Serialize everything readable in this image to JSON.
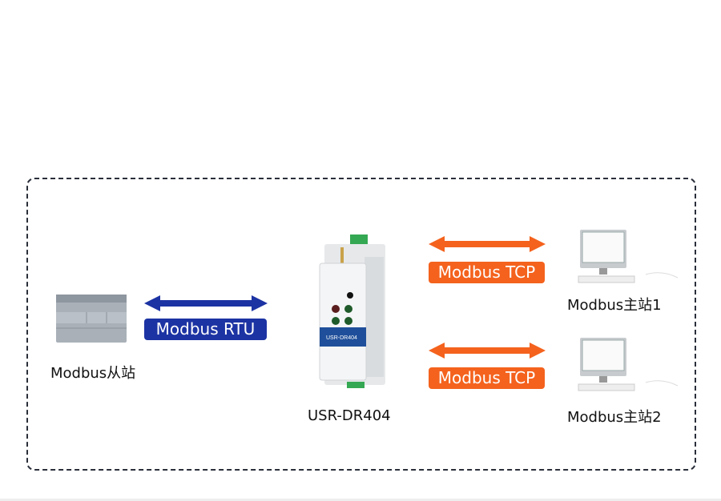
{
  "colors": {
    "rtu": "#1c33a3",
    "tcp": "#f4621d",
    "frame": "#2a2f3a"
  },
  "slave": {
    "label": "Modbus从站",
    "icon": "plc-icon"
  },
  "rtu_link": {
    "label": "Modbus RTU",
    "icon": "double-arrow-icon"
  },
  "device": {
    "label": "USR-DR404",
    "icon": "serial-server-icon",
    "brand": "USR-DR404"
  },
  "tcp_links": [
    {
      "label": "Modbus TCP"
    },
    {
      "label": "Modbus TCP"
    }
  ],
  "masters": [
    {
      "label": "Modbus主站1",
      "icon": "computer-icon"
    },
    {
      "label": "Modbus主站2",
      "icon": "computer-icon"
    }
  ]
}
